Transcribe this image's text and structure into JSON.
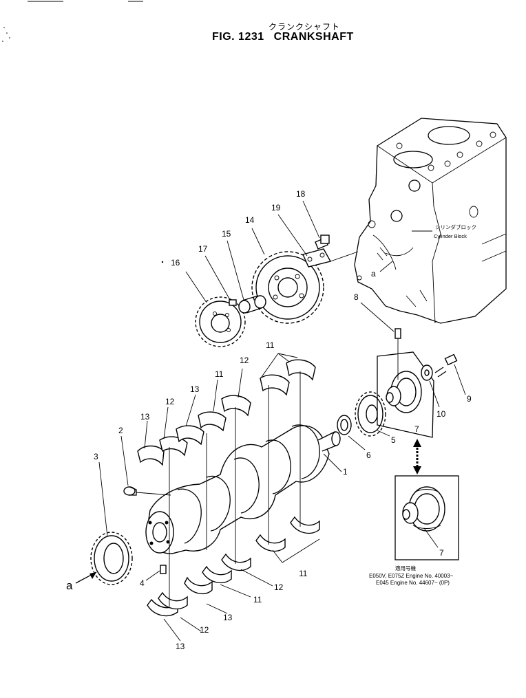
{
  "header": {
    "title_jp": "クランクシャフト",
    "fig_no": "FIG. 1231",
    "fig_name": "CRANKSHAFT"
  },
  "block_label": {
    "jp": "シリンダブロック",
    "en": "Cylinder Block"
  },
  "ref_letter": "a",
  "callouts": [
    "1",
    "2",
    "3",
    "4",
    "5",
    "6",
    "7",
    "8",
    "9",
    "10",
    "11",
    "12",
    "13",
    "14",
    "15",
    "16",
    "17",
    "18",
    "19"
  ],
  "inset": {
    "note_jp": "適用号機",
    "line1": "E050V, E075Z Engine No. 40003~",
    "line2": "E045   Engine No. 44607~ (0P)"
  }
}
